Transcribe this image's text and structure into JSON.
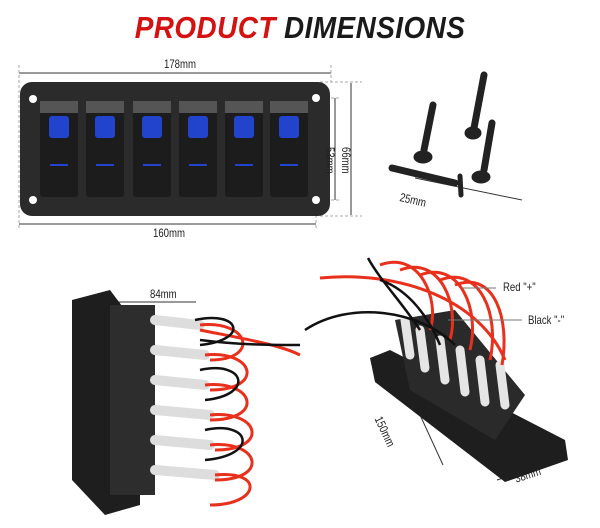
{
  "title": {
    "part1": "PRODUCT",
    "part2": "DIMENSIONS"
  },
  "dimensions": {
    "panel_width": "178mm",
    "hole_spacing_width": "160mm",
    "panel_height": "66mm",
    "hole_spacing_height": "53mm",
    "screw_length": "25mm",
    "switch_depth": "84mm",
    "back_length": "150mm",
    "back_width": "38mm"
  },
  "wires": {
    "red": "Red \"+\"",
    "black": "Black \"-\""
  },
  "colors": {
    "accent_red": "#d41212",
    "switch_led": "#2244cc",
    "panel": "#2a2a2a"
  },
  "switch_count": 6
}
